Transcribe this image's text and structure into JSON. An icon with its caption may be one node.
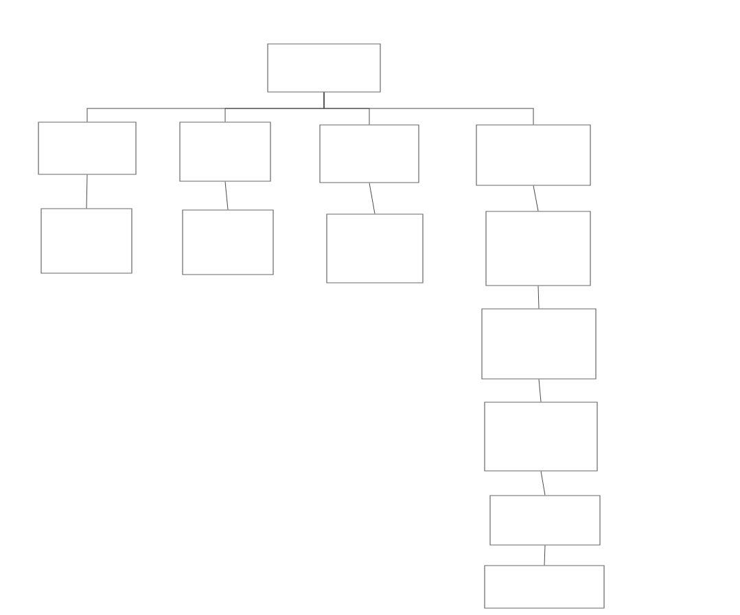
{
  "diagram": {
    "nodes": [
      {
        "text": [],
        "shape": "box"
      },
      {
        "text": [],
        "shape": "box"
      },
      {
        "text": [],
        "shape": "box"
      },
      {
        "text": [],
        "shape": "box"
      },
      {
        "text": [],
        "shape": "box"
      },
      {
        "text": [],
        "shape": "box"
      },
      {
        "text": [],
        "shape": "box"
      },
      {
        "text": [],
        "shape": "box"
      },
      {
        "text": [],
        "shape": "box"
      },
      {
        "text": [],
        "shape": "box"
      },
      {
        "text": [],
        "shape": "box"
      },
      {
        "text": [],
        "shape": "box"
      },
      {
        "text": [],
        "shape": "box"
      }
    ],
    "edges": [
      {
        "from": 0,
        "to": 1,
        "arrow": "none"
      },
      {
        "from": 0,
        "to": 2,
        "arrow": "none"
      },
      {
        "from": 0,
        "to": 3,
        "arrow": "none"
      },
      {
        "from": 0,
        "to": 4,
        "arrow": "none"
      },
      {
        "from": 1,
        "to": 5,
        "arrow": "none"
      },
      {
        "from": 2,
        "to": 6,
        "arrow": "none"
      },
      {
        "from": 3,
        "to": 7,
        "arrow": "none"
      },
      {
        "from": 4,
        "to": 8,
        "arrow": "none"
      },
      {
        "from": 8,
        "to": 9,
        "arrow": "none"
      },
      {
        "from": 9,
        "to": 10,
        "arrow": "none"
      },
      {
        "from": 10,
        "to": 11,
        "arrow": "none"
      },
      {
        "from": 11,
        "to": 12,
        "arrow": "none"
      }
    ]
  }
}
